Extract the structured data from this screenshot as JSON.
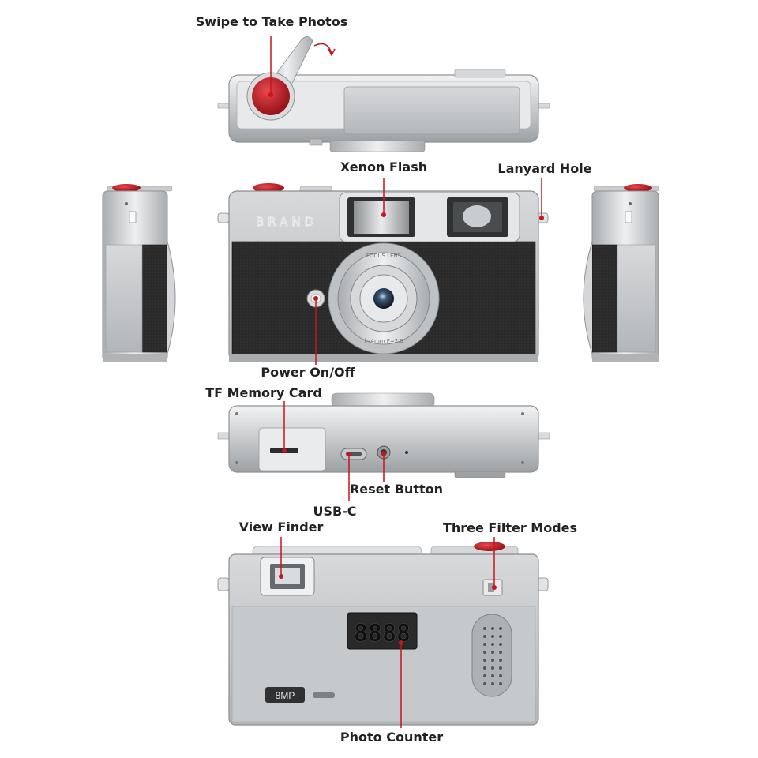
{
  "labels": {
    "swipe": "Swipe to Take Photos",
    "xenon_flash": "Xenon Flash",
    "lanyard_hole": "Lanyard Hole",
    "power": "Power On/Off",
    "tf_card": "TF Memory Card",
    "reset": "Reset Button",
    "usbc": "USB-C",
    "view_finder": "View Finder",
    "filter_modes": "Three Filter Modes",
    "photo_counter": "Photo Counter"
  },
  "camera": {
    "brand": "BRAND",
    "lens_ring_top": "FOCUS  LENS",
    "lens_ring_bottom": "f=4mm  F=2.8",
    "counter_display": "8888",
    "resolution_badge": "8MP"
  },
  "colors": {
    "accent_red": "#c4161c",
    "leather": "#2b2b2b",
    "silver": "#c9cbcd",
    "label_text": "#222222",
    "lcd_bg": "#2a2a2a"
  }
}
